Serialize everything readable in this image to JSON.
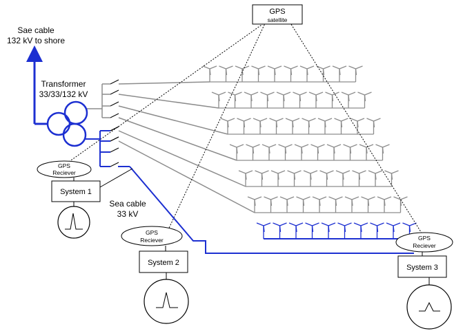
{
  "labels": {
    "sea_cable_shore_line1": "Sae cable",
    "sea_cable_shore_line2": "132 kV to shore",
    "transformer_line1": "Transformer",
    "transformer_line2": "33/33/132 kV",
    "sea_cable_line1": "Sea cable",
    "sea_cable_line2": "33 kV"
  },
  "gps_satellite": {
    "line1": "GPS",
    "line2": "satellite"
  },
  "receivers": [
    {
      "line1": "GPS",
      "line2": "Reciever"
    },
    {
      "line1": "GPS",
      "line2": "Reciever"
    },
    {
      "line1": "GPS",
      "line2": "Reciever"
    }
  ],
  "systems": [
    {
      "label": "System 1"
    },
    {
      "label": "System 2"
    },
    {
      "label": "System 3"
    }
  ],
  "turbine_array": {
    "rows": 7,
    "columns": 10
  },
  "colors": {
    "highlight": "#1c2fd1",
    "feeder": "#8c8c8c",
    "turbine": "#8c8c8c",
    "line": "#000000"
  }
}
